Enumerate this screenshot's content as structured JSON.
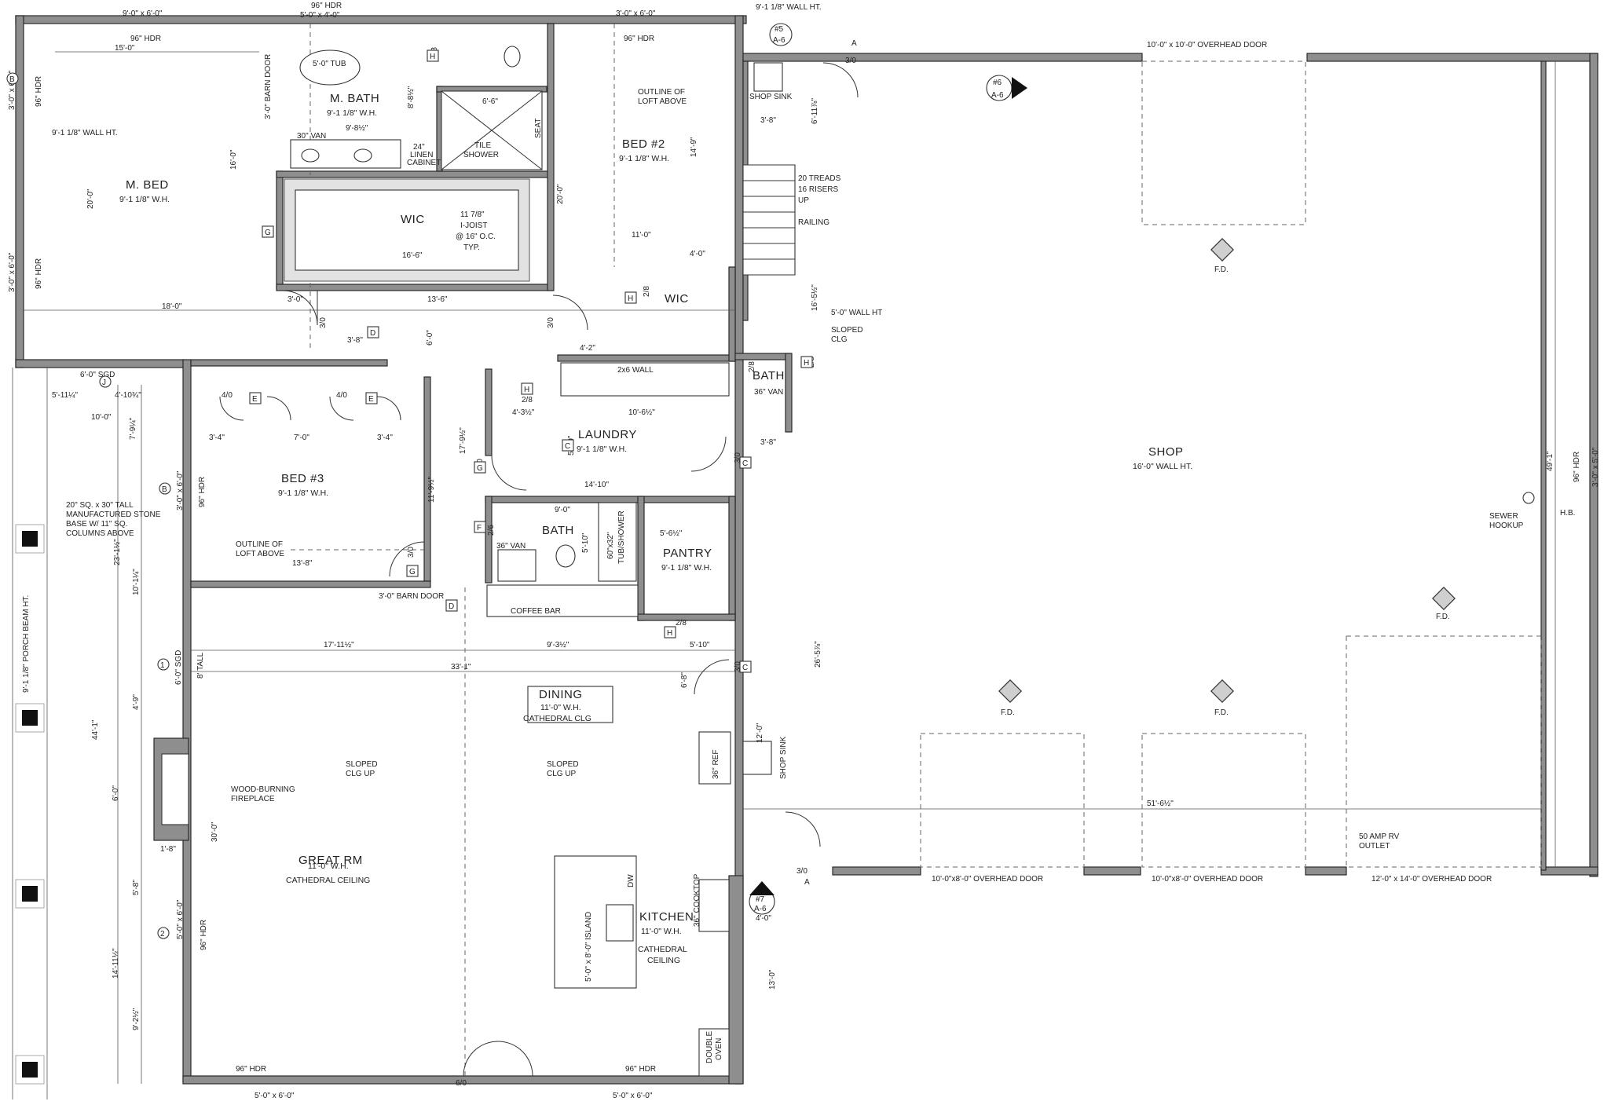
{
  "plan": {
    "rooms": {
      "m_bed": "M. BED",
      "m_bed_sub": "9'-1 1/8\" W.H.",
      "m_bath": "M. BATH",
      "m_bath_sub": "9'-1 1/8\" W.H.",
      "wic1": "WIC",
      "bed2": "BED #2",
      "bed2_sub": "9'-1 1/8\" W.H.",
      "wic2": "WIC",
      "bed3": "BED #3",
      "bed3_sub": "9'-1 1/8\" W.H.",
      "laundry": "LAUNDRY",
      "laundry_sub": "9'-1 1/8\" W.H.",
      "bath": "BATH",
      "bath2": "BATH",
      "pantry": "PANTRY",
      "pantry_sub": "9'-1 1/8\" W.H.",
      "shop": "SHOP",
      "shop_sub": "16'-0\" WALL HT.",
      "dining": "DINING",
      "dining_sub1": "11'-0\" W.H.",
      "dining_sub2": "CATHEDRAL CLG",
      "great_rm": "GREAT RM",
      "great_rm_sub1": "11'-0\" W.H.",
      "great_rm_sub2": "CATHEDRAL CEILING",
      "kitchen": "KITCHEN",
      "kitchen_sub1": "11'-0\" W.H.",
      "kitchen_sub2": "CATHEDRAL",
      "kitchen_sub3": "CEILING"
    },
    "notes": {
      "wall_ht_top": "9'-1 1/8\" WALL HT.",
      "wall_ht_left": "9'-1 1/8\" WALL HT.",
      "shop_sink_top": "SHOP SINK",
      "outline_loft1": "OUTLINE OF",
      "outline_loft2": "LOFT ABOVE",
      "outline_loft3": "OUTLINE OF",
      "outline_loft4": "LOFT ABOVE",
      "joist1": "11 7/8\"",
      "joist2": "I-JOIST",
      "joist3": "@ 16\" O.C.",
      "joist4": "TYP.",
      "stairs1": "20 TREADS",
      "stairs2": "16 RISERS",
      "stairs3": "UP",
      "railing": "RAILING",
      "wall_5ft": "5'-0\" WALL HT",
      "sloped_clg1": "SLOPED",
      "sloped_clg2": "CLG",
      "columns1": "20\" SQ. x 30\" TALL",
      "columns2": "MANUFACTURED STONE",
      "columns3": "BASE W/ 11\" SQ.",
      "columns4": "COLUMNS ABOVE",
      "porch_beam": "9'-1 1/8\" PORCH BEAM HT.",
      "fireplace1": "WOOD-BURNING",
      "fireplace2": "FIREPLACE",
      "sloped_up1a": "SLOPED",
      "sloped_up1b": "CLG UP",
      "sloped_up2a": "SLOPED",
      "sloped_up2b": "CLG UP",
      "sewer1": "SEWER",
      "sewer2": "HOOKUP",
      "hb": "H.B.",
      "rv1": "50 AMP RV",
      "rv2": "OUTLET",
      "shop_sink_low": "SHOP SINK",
      "coffee_bar": "COFFEE BAR",
      "barn_door_low": "3'-0\" BARN DOOR",
      "barn_door_top": "3'-0\" BARN DOOR",
      "tub": "5'-0\" TUB",
      "tile_shower1": "TILE",
      "tile_shower2": "SHOWER",
      "seat": "SEAT",
      "van30": "30\" VAN",
      "linen1": "24\"",
      "linen2": "LINEN",
      "linen3": "CABINET",
      "van36a": "36\" VAN",
      "van36b": "36\" VAN",
      "tubshower1": "60\"x32\"",
      "tubshower2": "TUB/SHOWER",
      "island": "5'-0\" x 8'-0\" ISLAND",
      "dw": "DW",
      "ref": "36\" REF",
      "double_oven1": "DOUBLE",
      "double_oven2": "OVEN",
      "cooktop": "36\" COOKTOP",
      "fd": "F.D.",
      "wall_2x6": "2x6 WALL",
      "sgd_top": "6'-0\" SGD",
      "sgd_mid": "6'-0\" SGD",
      "tall8": "8' TALL"
    },
    "doors": {
      "ohd_top": "10'-0\" x 10'-0\" OVERHEAD DOOR",
      "ohd1": "10'-0\"x8'-0\" OVERHEAD DOOR",
      "ohd2": "10'-0\"x8'-0\" OVERHEAD DOOR",
      "ohd3": "12'-0\" x 14'-0\" OVERHEAD DOOR"
    },
    "windows": {
      "w_top1": "9'-0\" x 6'-0\"",
      "w_top2a": "96\" HDR",
      "w_top2b": "5'-0\" x 4'-0\"",
      "w_top3": "3'-0\" x 6'-0\"",
      "w_left1": "3'-0\" x 6'-0\"",
      "w_left2": "3'-0\" x 6'-0\"",
      "w_bed3": "3'-0\" x 6'-0\"",
      "w_great": "5'-0\" x 6'-0\"",
      "w_bot1": "5'-0\" x 6'-0\"",
      "w_bot2": "5'-0\" x 6'-0\"",
      "w_shop": "3'-0\" x 5'-0\"",
      "hdr_top": "96\" HDR",
      "hdr_top2": "96\" HDR",
      "hdr_left1": "96\" HDR",
      "hdr_left2": "96\" HDR",
      "hdr_bed3": "96\" HDR",
      "hdr_great": "96\" HDR",
      "hdr_bot1": "96\" HDR",
      "hdr_bot2": "96\" HDR",
      "hdr_shop": "96\" HDR",
      "door_30a": "3/0",
      "door_30b": "3/0",
      "door_30c": "3/0",
      "door_30d": "3/0",
      "door_30e": "3/0",
      "door_30f": "3/0",
      "door_30g": "3/0",
      "door_30h": "3/0",
      "door_28a": "2/8",
      "door_28b": "2/8",
      "door_28c": "2/8",
      "door_28d": "2/8",
      "door_28e": "2/8",
      "door_28f": "2/8",
      "door_26": "2/6",
      "door_40a": "4/0",
      "door_40b": "4/0",
      "door_60": "6/0"
    },
    "dims": {
      "d_15": "15'-0\"",
      "d_18": "18'-0\"",
      "d_20": "20'-0\"",
      "d_16": "16'-0\"",
      "d_16_6": "16'-6\"",
      "d_13_6": "13'-6\"",
      "d_11_0": "11'-0\"",
      "d_4_0": "4'-0\"",
      "d_3_0": "3'-0\"",
      "d_3_8a": "3'-8\"",
      "d_6_0": "6'-0\"",
      "d_14_9": "14'-9\"",
      "d_20_0b": "20'-0\"",
      "d_6_6": "6'-6\"",
      "d_9_8": "9'-8½\"",
      "d_8_8": "8'-8½\"",
      "d_10_0": "10'-0\"",
      "d_5_11": "5'-11¼\"",
      "d_4_10": "4'-10¾\"",
      "d_7_9": "7'-9¼\"",
      "d_3_4a": "3'-4\"",
      "d_7_0": "7'-0\"",
      "d_3_4b": "3'-4\"",
      "d_11_9": "11'-9½\"",
      "d_13_8": "13'-8\"",
      "d_23_1": "23'-1½\"",
      "d_10_1": "10'-1¼\"",
      "d_44_1": "44'-1\"",
      "d_4_9": "4'-9\"",
      "d_6_0b": "6'-0\"",
      "d_5_8": "5'-8\"",
      "d_14_11": "14'-11½\"",
      "d_9_2": "9'-2½\"",
      "d_30_0": "30'-0\"",
      "d_1_8": "1'-8\"",
      "d_17_11": "17'-11½\"",
      "d_9_3": "9'-3½\"",
      "d_33_1": "33'-1\"",
      "d_5_10a": "5'-10\"",
      "d_5_10b": "5'-10\"",
      "d_14_10": "14'-10\"",
      "d_10_6": "10'-6½\"",
      "d_4_2": "4'-2\"",
      "d_4_3": "4'-3½\"",
      "d_9_0": "9'-0\"",
      "d_5_6": "5'-6½\"",
      "d_17_9": "17'-9½\"",
      "d_3_8b": "3'-8\"",
      "d_3_8c": "3'-8\"",
      "d_6_11": "6'-11⅞\"",
      "d_16_5": "16'-5½\"",
      "d_26_5": "26'-5⅞\"",
      "d_51_6": "51'-6½\"",
      "d_49_1": "49'-1\"",
      "d_12_0": "12'-0\"",
      "d_13_0": "13'-0\"",
      "d_6_8": "6'-8\"",
      "d_5_10c": "5'-10\"",
      "d_4_0b": "4'-0\""
    },
    "markers": {
      "m5": "#5",
      "m5s": "A-6",
      "m6": "#6",
      "m6s": "A-6",
      "m7": "#7",
      "m7s": "A-6",
      "grid_a_top": "A",
      "grid_a_bot": "A",
      "tag_b1": "B",
      "tag_b2": "B",
      "tag_c1": "C",
      "tag_c2": "C",
      "tag_c3": "C",
      "tag_d1": "D",
      "tag_d2": "D",
      "tag_e1": "E",
      "tag_e2": "E",
      "tag_f": "F",
      "tag_g1": "G",
      "tag_g2": "G",
      "tag_g3": "G",
      "tag_h1": "H",
      "tag_h2": "H",
      "tag_h3": "H",
      "tag_h4": "H",
      "tag_h5": "H",
      "tag_j": "J",
      "tag_1": "1",
      "tag_2": "2"
    }
  }
}
